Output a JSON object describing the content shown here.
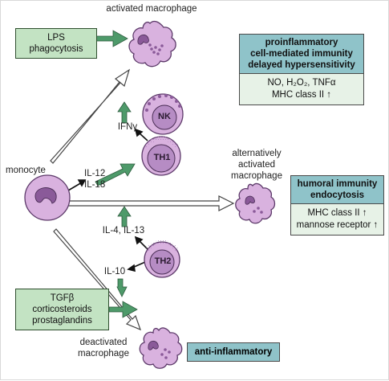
{
  "cells": {
    "activated": "activated macrophage",
    "monocyte": "monocyte",
    "alternatively": "alternatively\nactivated\nmacrophage",
    "deactivated": "deactivated\nmacrophage",
    "nk": "NK",
    "th1": "TH1",
    "th2": "TH2"
  },
  "stimuli": {
    "activating": [
      "LPS",
      "phagocytosis"
    ],
    "deactivating": [
      "TGFβ",
      "corticosteroids",
      "prostaglandins"
    ]
  },
  "cytokines": {
    "ifn": "IFNγ",
    "il12_18": [
      "IL-12",
      "IL-18"
    ],
    "il4_13": "IL-4, IL-13",
    "il10": "IL-10"
  },
  "panels": {
    "proinflammatory": {
      "title": [
        "proinflammatory",
        "cell-mediated immunity",
        "delayed hypersensitivity"
      ],
      "items": [
        "NO, H₂O₂, TNFα",
        "MHC class II ↑"
      ]
    },
    "humoral": {
      "title": [
        "humoral immunity",
        "endocytosis"
      ],
      "items": [
        "MHC class II ↑",
        "mannose receptor ↑"
      ]
    },
    "anti": {
      "title": "anti-inflammatory"
    }
  },
  "colors": {
    "cell_fill": "#d9b2df",
    "cell_stroke": "#5d3a6a",
    "nucleus": "#8a5a99",
    "green_arrow": "#4e9a6a",
    "green_box": "#c3e3c3",
    "panel_header": "#8fc3c9",
    "panel_body": "#e7f2e7"
  }
}
